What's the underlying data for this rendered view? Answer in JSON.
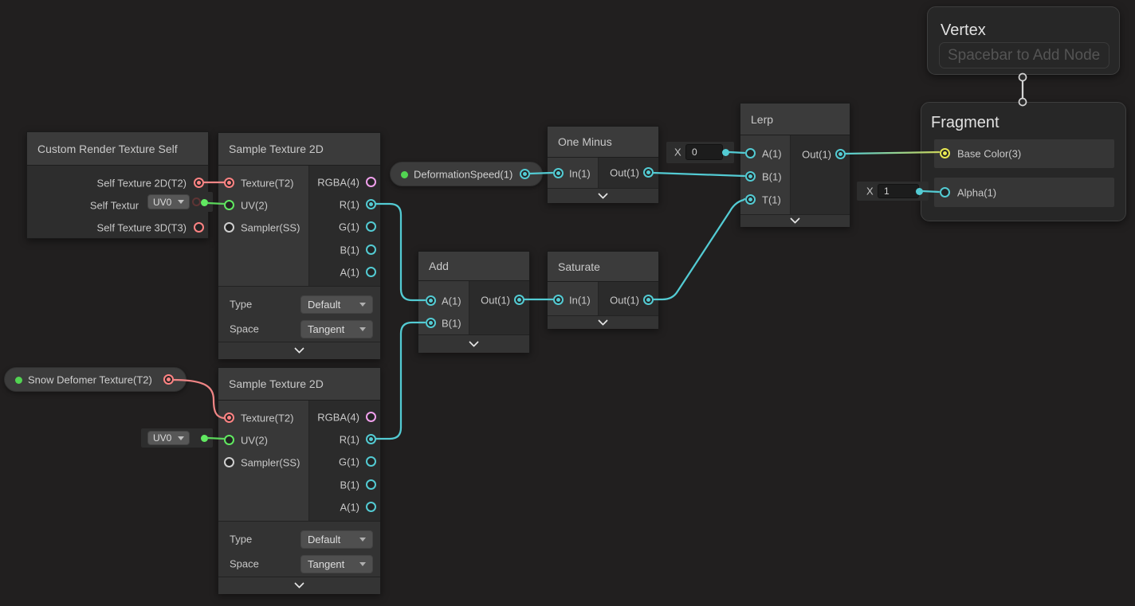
{
  "nodes": {
    "custom_rt": {
      "title": "Custom Render Texture Self",
      "outputs": [
        "Self Texture 2D(T2)",
        "Self Texture Cube(C)",
        "Self Texture 3D(T3)"
      ]
    },
    "sample1": {
      "title": "Sample Texture 2D",
      "inputs": [
        "Texture(T2)",
        "UV(2)",
        "Sampler(SS)"
      ],
      "outputs": [
        "RGBA(4)",
        "R(1)",
        "G(1)",
        "B(1)",
        "A(1)"
      ],
      "controls": [
        {
          "label": "Type",
          "value": "Default"
        },
        {
          "label": "Space",
          "value": "Tangent"
        }
      ]
    },
    "sample2": {
      "title": "Sample Texture 2D",
      "inputs": [
        "Texture(T2)",
        "UV(2)",
        "Sampler(SS)"
      ],
      "outputs": [
        "RGBA(4)",
        "R(1)",
        "G(1)",
        "B(1)",
        "A(1)"
      ],
      "controls": [
        {
          "label": "Type",
          "value": "Default"
        },
        {
          "label": "Space",
          "value": "Tangent"
        }
      ]
    },
    "one_minus": {
      "title": "One Minus",
      "input": "In(1)",
      "output": "Out(1)"
    },
    "add": {
      "title": "Add",
      "input_a": "A(1)",
      "input_b": "B(1)",
      "output": "Out(1)"
    },
    "saturate": {
      "title": "Saturate",
      "input": "In(1)",
      "output": "Out(1)"
    },
    "lerp": {
      "title": "Lerp",
      "input_a": "A(1)",
      "input_b": "B(1)",
      "input_t": "T(1)",
      "output": "Out(1)",
      "default_a": {
        "label": "X",
        "value": "0"
      }
    },
    "vertex": {
      "title": "Vertex",
      "placeholder": "Spacebar to Add Node"
    },
    "fragment": {
      "title": "Fragment",
      "base_color": "Base Color(3)",
      "alpha": "Alpha(1)",
      "default_alpha": {
        "label": "X",
        "value": "1"
      }
    }
  },
  "properties": {
    "deformation_speed": {
      "label": "DeformationSpeed(1)"
    },
    "snow_deformer": {
      "label": "Snow Defomer Texture(T2)"
    }
  },
  "uv_defaults": {
    "sample1": {
      "value": "UV0"
    },
    "sample2": {
      "value": "UV0"
    }
  },
  "colors": {
    "float_port": "#53CBD3",
    "texture_port": "#FF8383",
    "vector2_port": "#61E961",
    "vector4_port": "#F0A0EC",
    "vector3_port": "#E8E852",
    "sampler_port": "#CFCFCF",
    "property_dot": "#52D452",
    "wire_gradient_end": "#C9D45A",
    "canvas_bg": "#211F1F"
  }
}
